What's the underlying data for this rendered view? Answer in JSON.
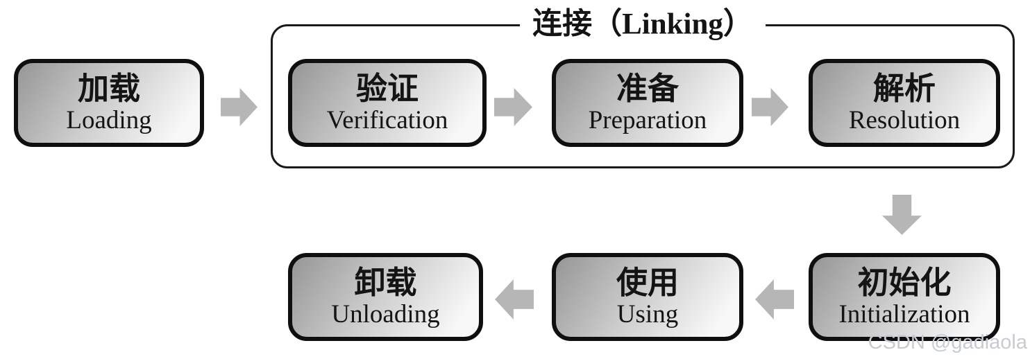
{
  "diagram": {
    "linking_label": "连接（Linking）",
    "stages": {
      "loading": {
        "zh": "加载",
        "en": "Loading"
      },
      "verification": {
        "zh": "验证",
        "en": "Verification"
      },
      "preparation": {
        "zh": "准备",
        "en": "Preparation"
      },
      "resolution": {
        "zh": "解析",
        "en": "Resolution"
      },
      "initialization": {
        "zh": "初始化",
        "en": "Initialization"
      },
      "using": {
        "zh": "使用",
        "en": "Using"
      },
      "unloading": {
        "zh": "卸载",
        "en": "Unloading"
      }
    },
    "flow": [
      "loading -> verification",
      "verification -> preparation",
      "preparation -> resolution",
      "resolution -> initialization",
      "initialization -> using",
      "using -> unloading"
    ],
    "colors": {
      "box_border": "#0f0f0f",
      "box_gradient_dark": "#969696",
      "box_gradient_light": "#f8f8f8",
      "outline_border": "#1a1a1a",
      "arrow": "#b6b6b6",
      "text": "#141414",
      "watermark": "#c7ccd2"
    },
    "watermark": "CSDN @gadiaola"
  }
}
